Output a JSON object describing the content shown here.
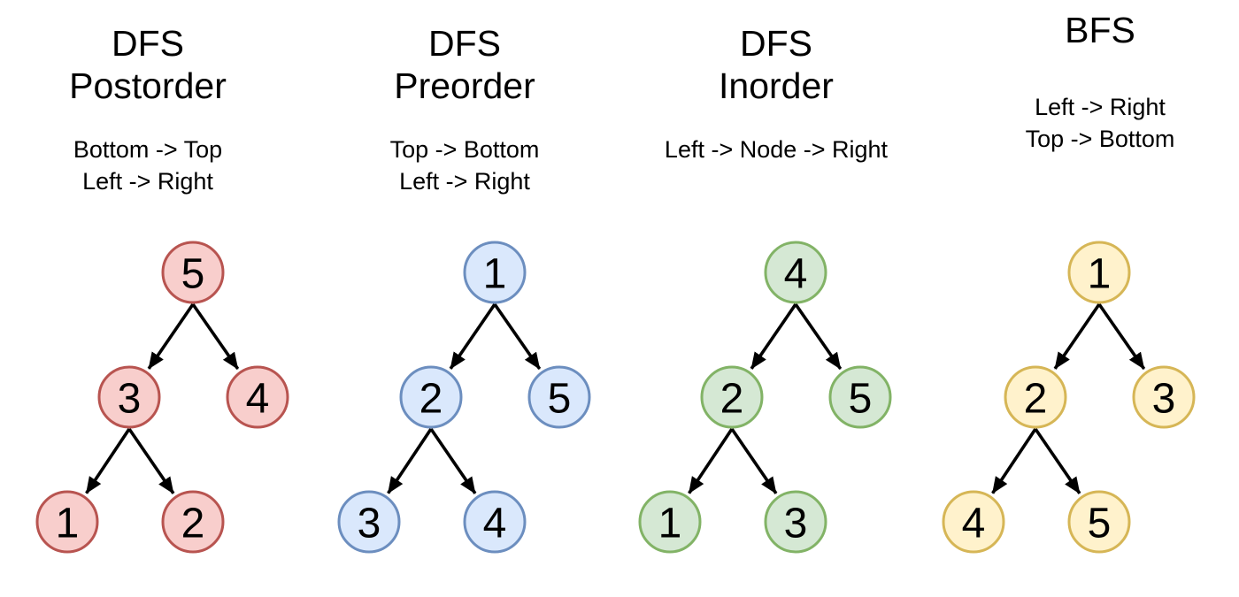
{
  "background": "#ffffff",
  "text_color": "#000000",
  "edge_color": "#000000",
  "panels": [
    {
      "key": "dfs-postorder",
      "title_lines": [
        "DFS",
        "Postorder"
      ],
      "subtitle_lines": [
        "Bottom -> Top",
        "Left -> Right"
      ],
      "node_fill": "#f8cecc",
      "node_stroke": "#b85450",
      "nodes": [
        {
          "slot": "root",
          "value": "5"
        },
        {
          "slot": "L",
          "value": "3"
        },
        {
          "slot": "R",
          "value": "4"
        },
        {
          "slot": "LL",
          "value": "1"
        },
        {
          "slot": "LR",
          "value": "2"
        }
      ],
      "edges": [
        [
          "root",
          "L"
        ],
        [
          "root",
          "R"
        ],
        [
          "L",
          "LL"
        ],
        [
          "L",
          "LR"
        ]
      ]
    },
    {
      "key": "dfs-preorder",
      "title_lines": [
        "DFS",
        "Preorder"
      ],
      "subtitle_lines": [
        "Top -> Bottom",
        "Left -> Right"
      ],
      "node_fill": "#dae8fc",
      "node_stroke": "#6c8ebf",
      "nodes": [
        {
          "slot": "root",
          "value": "1"
        },
        {
          "slot": "L",
          "value": "2"
        },
        {
          "slot": "R",
          "value": "5"
        },
        {
          "slot": "LL",
          "value": "3"
        },
        {
          "slot": "LR",
          "value": "4"
        }
      ],
      "edges": [
        [
          "root",
          "L"
        ],
        [
          "root",
          "R"
        ],
        [
          "L",
          "LL"
        ],
        [
          "L",
          "LR"
        ]
      ]
    },
    {
      "key": "dfs-inorder",
      "title_lines": [
        "DFS",
        "Inorder"
      ],
      "subtitle_lines": [
        "Left -> Node -> Right"
      ],
      "node_fill": "#d5e8d4",
      "node_stroke": "#82b366",
      "nodes": [
        {
          "slot": "root",
          "value": "4"
        },
        {
          "slot": "L",
          "value": "2"
        },
        {
          "slot": "R",
          "value": "5"
        },
        {
          "slot": "LL",
          "value": "1"
        },
        {
          "slot": "LR",
          "value": "3"
        }
      ],
      "edges": [
        [
          "root",
          "L"
        ],
        [
          "root",
          "R"
        ],
        [
          "L",
          "LL"
        ],
        [
          "L",
          "LR"
        ]
      ]
    },
    {
      "key": "bfs",
      "title_lines": [
        "BFS"
      ],
      "subtitle_lines": [
        "Left -> Right",
        "Top -> Bottom"
      ],
      "node_fill": "#fff2cc",
      "node_stroke": "#d6b656",
      "nodes": [
        {
          "slot": "root",
          "value": "1"
        },
        {
          "slot": "L",
          "value": "2"
        },
        {
          "slot": "R",
          "value": "3"
        },
        {
          "slot": "LL",
          "value": "4"
        },
        {
          "slot": "LR",
          "value": "5"
        }
      ],
      "edges": [
        [
          "root",
          "L"
        ],
        [
          "root",
          "R"
        ],
        [
          "L",
          "LL"
        ],
        [
          "L",
          "LR"
        ]
      ]
    }
  ]
}
